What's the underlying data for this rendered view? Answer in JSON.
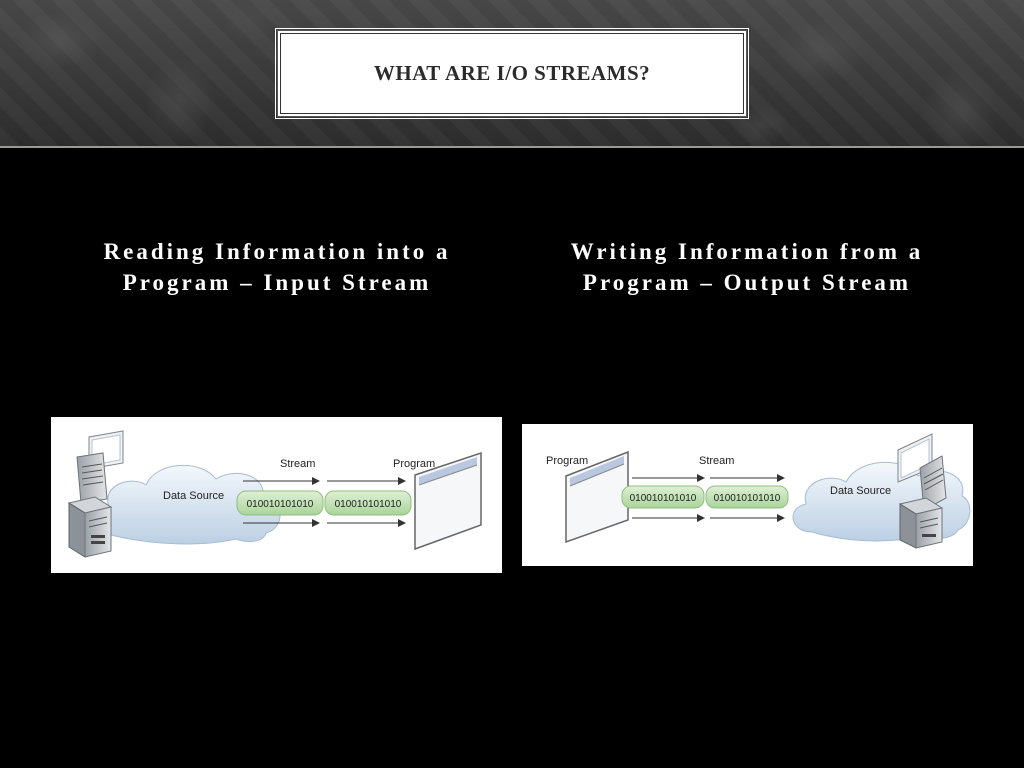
{
  "slide": {
    "title": "WHAT ARE I/O STREAMS?"
  },
  "left": {
    "caption_line1": "Reading Information into a",
    "caption_line2": "Program – Input Stream",
    "diagram": {
      "source_label": "Data Source",
      "stream_label": "Stream",
      "program_label": "Program",
      "bits1": "010010101010",
      "bits2": "010010101010"
    }
  },
  "right": {
    "caption_line1": "Writing Information from a",
    "caption_line2": "Program – Output Stream",
    "diagram": {
      "program_label": "Program",
      "stream_label": "Stream",
      "source_label": "Data Source",
      "bits1": "010010101010",
      "bits2": "010010101010"
    }
  },
  "colors": {
    "slide_background": "#000000",
    "bits_fill": "#c6e3b8",
    "cloud_fill": "#dfe9f3"
  }
}
